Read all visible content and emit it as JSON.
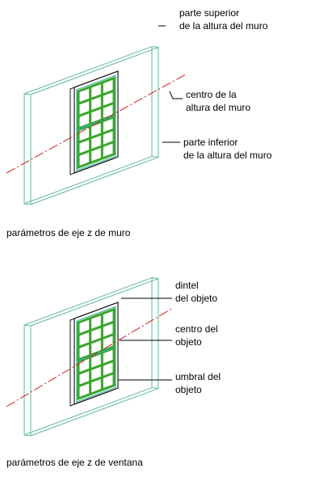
{
  "diagram1": {
    "label_top": [
      "parte superior",
      "de la altura del muro"
    ],
    "label_center": [
      "centro de la",
      "altura del muro"
    ],
    "label_bottom": [
      "parte inferior",
      "de la altura del muro"
    ],
    "caption": "parámetros de eje z de muro"
  },
  "diagram2": {
    "label_top": [
      "dintel",
      "del objeto"
    ],
    "label_center": [
      "centro del",
      "objeto"
    ],
    "label_bottom": [
      "umbral del",
      "objeto"
    ],
    "caption": "parámetros de eje z de ventana"
  },
  "colors": {
    "wall": "#5fb89a",
    "frame_outer": "#1a1a1a",
    "muntin": "#3aa62a",
    "glass_edge": "#2fb0a0",
    "axis": "#d21e1e",
    "leader": "#000000"
  }
}
